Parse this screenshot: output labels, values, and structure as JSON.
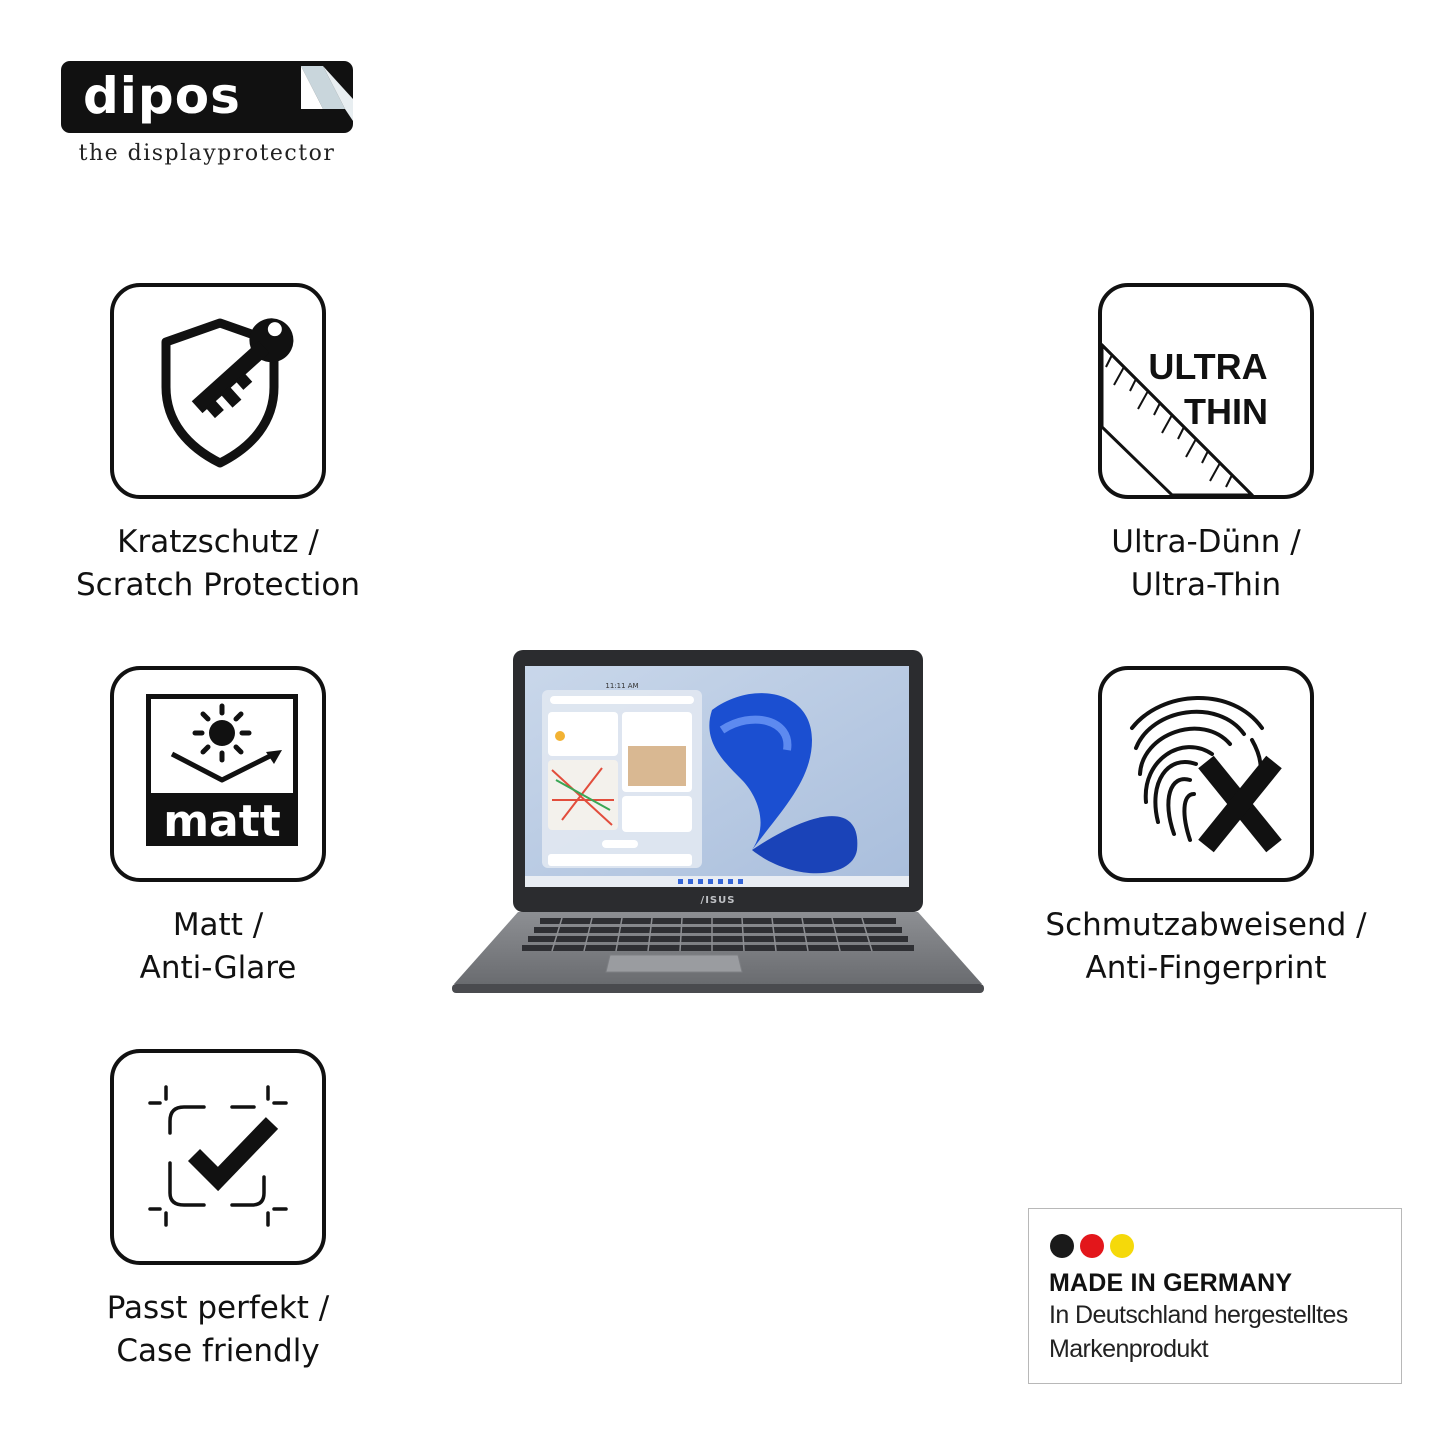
{
  "brand": {
    "name": "dipos",
    "tagline": "the displayprotector"
  },
  "features": [
    {
      "id": "scratch",
      "icon": "shield-key-icon",
      "line1": "Kratzschutz /",
      "line2": "Scratch Protection"
    },
    {
      "id": "thin",
      "icon": "ruler-ultra-thin-icon",
      "icon_text1": "ULTRA",
      "icon_text2": "THIN",
      "line1": "Ultra-Dünn /",
      "line2": "Ultra-Thin"
    },
    {
      "id": "matt",
      "icon": "sun-matt-icon",
      "icon_text": "matt",
      "line1": "Matt /",
      "line2": "Anti-Glare"
    },
    {
      "id": "fingerprint",
      "icon": "fingerprint-x-icon",
      "line1": "Schmutzabweisend /",
      "line2": "Anti-Fingerprint"
    },
    {
      "id": "fit",
      "icon": "checkmark-frame-icon",
      "line1": "Passt perfekt /",
      "line2": "Case friendly"
    }
  ],
  "product": {
    "image": "laptop-image",
    "screen_time": "11:11 AM",
    "logo": "/ISUS"
  },
  "badge": {
    "title": "MADE IN GERMANY",
    "line1": "In Deutschland hergestelltes",
    "line2": "Markenprodukt",
    "flag_colors": [
      "#1a1a1a",
      "#e3161b",
      "#f5d90a"
    ]
  }
}
